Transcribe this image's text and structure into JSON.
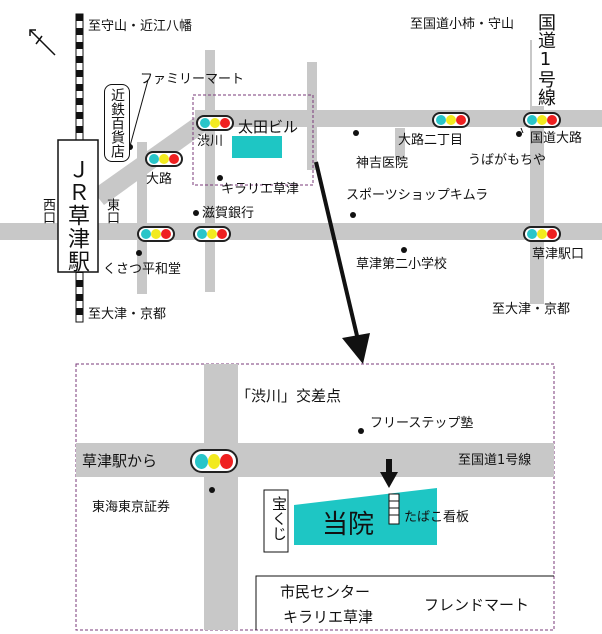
{
  "colors": {
    "road": "#c8c8c8",
    "building": "#1ec6c4",
    "signal_blue": "#29c5c9",
    "signal_yellow": "#f2ea1f",
    "signal_red": "#ef2020",
    "dashed_frame": "#7a3a7a"
  },
  "icons": {
    "north_arrow": "north-arrow-icon",
    "signal": "traffic-signal-icon",
    "arrow": "down-arrow-icon"
  },
  "area_map": {
    "rail_north": "至守山・近江八幡",
    "rail_south": "至大津・京都",
    "station": "ＪＲ草津駅",
    "west_exit": "西口",
    "east_exit": "東口",
    "department_store": "近鉄百貨店",
    "familymart": "ファミリーマート",
    "ota_building": "太田ビル",
    "shibukawa": "渋川",
    "oji": "大路",
    "kirarie": "キラリエ草津",
    "shiga_bank": "滋賀銀行",
    "kusatsu_heiwado": "くさつ平和堂",
    "to_route1": "至国道小柿・守山",
    "route1": "国道1号線",
    "oji_2chome": "大路二丁目",
    "kokudo_oji": "国道大路",
    "kanki_hospital": "神吉医院",
    "ubaga_mochiya": "うばがもちや",
    "sports_shop": "スポーツショップキムラ",
    "elementary_school": "草津第二小学校",
    "station_exit": "草津駅口",
    "route1_south": "至大津・京都"
  },
  "detail_map": {
    "intersection": "「渋川」交差点",
    "free_step": "フリーステップ塾",
    "from_station": "草津駅から",
    "to_route1": "至国道1号線",
    "tokai_tokyo": "東海東京証券",
    "takarakuji": "宝くじ",
    "clinic": "当院",
    "tobacco_sign": "たばこ看板",
    "civic_center_1": "市民センター",
    "civic_center_2": "キラリエ草津",
    "friend_mart": "フレンドマート"
  }
}
